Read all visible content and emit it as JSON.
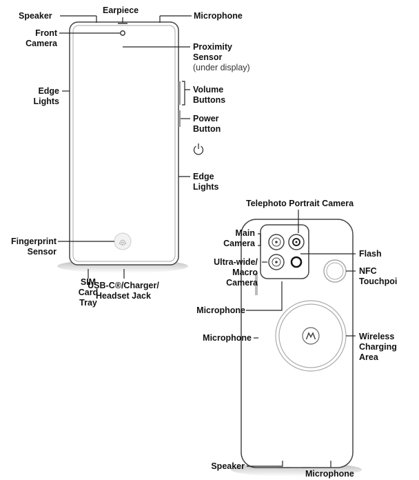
{
  "labels": {
    "speaker_top": "Speaker",
    "earpiece": "Earpiece",
    "microphone_top": "Microphone",
    "front_camera": "Front\nCamera",
    "proximity_sensor": "Proximity\nSensor",
    "proximity_note": "(under display)",
    "edge_lights_left": "Edge\nLights",
    "volume_buttons": "Volume\nButtons",
    "power_button": "Power\nButton",
    "edge_lights_right": "Edge\nLights",
    "fingerprint_sensor": "Fingerprint\nSensor",
    "sim_card_tray": "SIM\nCard\nTray",
    "usb_c": "USB-C®/Charger/\nHeadset Jack",
    "telephoto_camera": "Telephoto Portrait Camera",
    "main_camera": "Main\nCamera",
    "flash": "Flash",
    "ultrawide_camera": "Ultra-wide/\nMacro\nCamera",
    "nfc_touchpoint": "NFC\nTouchpoi",
    "microphone_back_upper": "Microphone",
    "microphone_back_side": "Microphone",
    "wireless_charging": "Wireless\nCharging\nArea",
    "speaker_bottom": "Speaker",
    "microphone_bottom": "Microphone"
  },
  "icons": {
    "power": "power-icon",
    "fingerprint": "fingerprint-icon",
    "logo": "motorola-logo"
  }
}
